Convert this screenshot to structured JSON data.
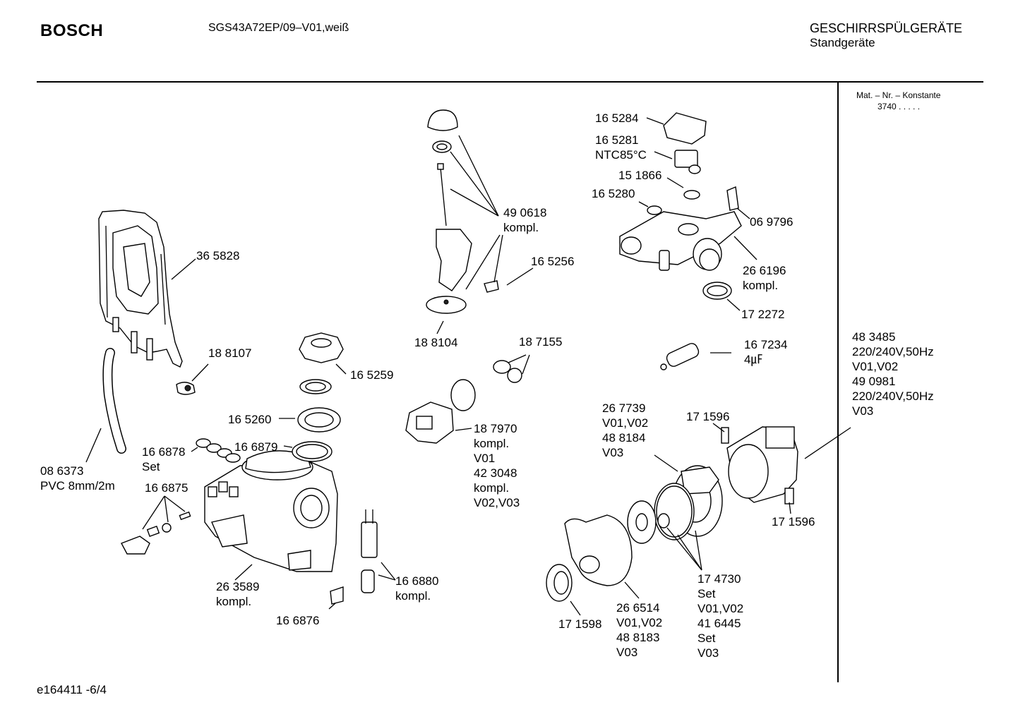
{
  "header": {
    "brand": "BOSCH",
    "model": "SGS43A72EP/09–V01,weiß",
    "category": "GESCHIRRSPÜLGERÄTE",
    "subcategory": "Standgeräte"
  },
  "sidebar": {
    "mat_label": "Mat. – Nr. – Konstante",
    "mat_value": "3740  .  .  .  .  ."
  },
  "footer": {
    "doc_id": "e164411 -6/4"
  },
  "parts": [
    {
      "id": "p365828",
      "text": "36 5828"
    },
    {
      "id": "p188107",
      "text": "18 8107"
    },
    {
      "id": "p086373",
      "text": "08 6373\nPVC 8mm/2m"
    },
    {
      "id": "p166878",
      "text": "16 6878\nSet"
    },
    {
      "id": "p166875",
      "text": "16 6875"
    },
    {
      "id": "p263589",
      "text": "26 3589\nkompl."
    },
    {
      "id": "p166876",
      "text": "16 6876"
    },
    {
      "id": "p165259",
      "text": "16 5259"
    },
    {
      "id": "p165260",
      "text": "16 5260"
    },
    {
      "id": "p166879",
      "text": "16 6879"
    },
    {
      "id": "p166880",
      "text": "16 6880\nkompl."
    },
    {
      "id": "p490618",
      "text": "49 0618\nkompl."
    },
    {
      "id": "p165256",
      "text": "16 5256"
    },
    {
      "id": "p188104",
      "text": "18 8104"
    },
    {
      "id": "p187155",
      "text": "18 7155"
    },
    {
      "id": "p187970",
      "text": "18 7970\nkompl.\nV01\n42 3048\nkompl.\nV02,V03"
    },
    {
      "id": "p165284",
      "text": "16 5284"
    },
    {
      "id": "p165281",
      "text": "16 5281\nNTC85°C"
    },
    {
      "id": "p151866",
      "text": "15 1866"
    },
    {
      "id": "p165280",
      "text": "16 5280"
    },
    {
      "id": "p069796",
      "text": "06 9796"
    },
    {
      "id": "p266196",
      "text": "26 6196\nkompl."
    },
    {
      "id": "p172272",
      "text": "17 2272"
    },
    {
      "id": "p167234",
      "text": "16 7234\n4㎌"
    },
    {
      "id": "p267739",
      "text": "26 7739\nV01,V02\n48 8184\nV03"
    },
    {
      "id": "p171596a",
      "text": "17 1596"
    },
    {
      "id": "p171596b",
      "text": "17 1596"
    },
    {
      "id": "p483485",
      "text": "48 3485\n220/240V,50Hz\nV01,V02\n49 0981\n220/240V,50Hz\nV03"
    },
    {
      "id": "p171598",
      "text": "17 1598"
    },
    {
      "id": "p266514",
      "text": "26 6514\nV01,V02\n48 8183\nV03"
    },
    {
      "id": "p174730",
      "text": "17 4730\nSet\nV01,V02\n41 6445\nSet\nV03"
    }
  ]
}
